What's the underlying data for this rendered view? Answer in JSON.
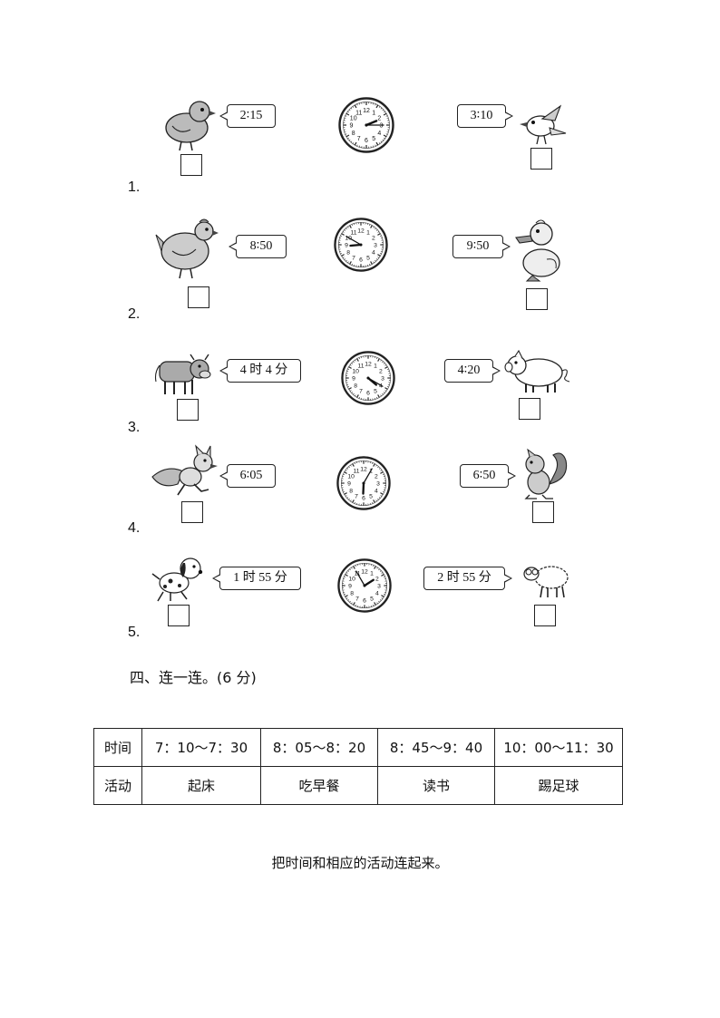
{
  "questions": [
    {
      "number": "1.",
      "left": {
        "animal": "chick",
        "time_label": "2∶15"
      },
      "clock": {
        "hours": 2,
        "minutes": 15
      },
      "right": {
        "animal": "bird",
        "time_label": "3∶10"
      }
    },
    {
      "number": "2.",
      "left": {
        "animal": "hen",
        "time_label": "8∶50"
      },
      "clock": {
        "hours": 8,
        "minutes": 50
      },
      "right": {
        "animal": "duck",
        "time_label": "9∶50"
      }
    },
    {
      "number": "3.",
      "left": {
        "animal": "cow",
        "time_label": "4 时 4 分"
      },
      "clock": {
        "hours": 4,
        "minutes": 20
      },
      "right": {
        "animal": "pig",
        "time_label": "4∶20"
      }
    },
    {
      "number": "4.",
      "left": {
        "animal": "fox",
        "time_label": "6∶05"
      },
      "clock": {
        "hours": 6,
        "minutes": 5
      },
      "right": {
        "animal": "squirrel",
        "time_label": "6∶50"
      }
    },
    {
      "number": "5.",
      "left": {
        "animal": "dog",
        "time_label": "1 时 55 分"
      },
      "clock": {
        "hours": 1,
        "minutes": 55
      },
      "right": {
        "animal": "sheep",
        "time_label": "2 时 55 分"
      }
    }
  ],
  "section": {
    "title": "四、连一连。(6 分)"
  },
  "table": {
    "time_header": "时间",
    "activity_header": "活动",
    "times": [
      "7：10～7：30",
      "8：05～8：20",
      "8：45～9：40",
      "10：00～11：30"
    ],
    "activities": [
      "起床",
      "吃早餐",
      "读书",
      "踢足球"
    ]
  },
  "instruction": "把时间和相应的活动连起来。"
}
